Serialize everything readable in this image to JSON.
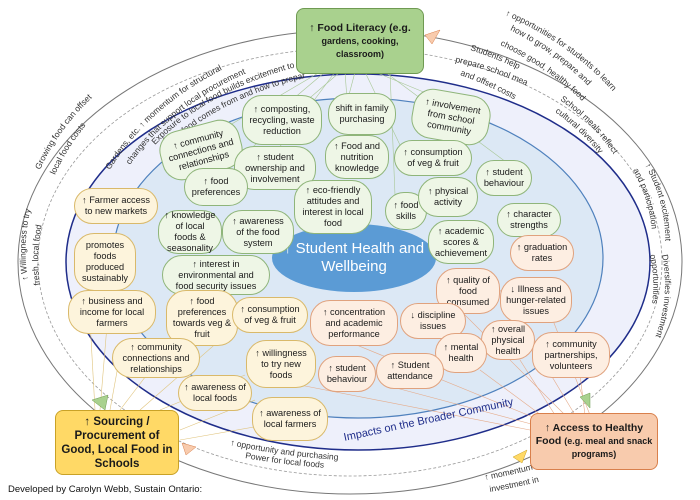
{
  "hubs": {
    "food_literacy": {
      "title": "↑ Food Literacy (e.g.",
      "sub": "gardens, cooking, classroom)"
    },
    "sourcing": {
      "title": "↑ Sourcing / Procurement of Good, Local Food in Schools"
    },
    "access": {
      "title": "↑ Access to Healthy",
      "sub_bold": "Food",
      "sub": "(e.g. meal and snack programs)"
    }
  },
  "center": {
    "label": "↑ Student Health and Wellbeing"
  },
  "ring_label": "Impacts on the Broader Community",
  "arc_labels": {
    "top_left_outer": "Gardens, etc. ↑ momentum for structural",
    "top_left_outer2": "changes that support local procurement",
    "top_left_inner": "Exposure to local food builds excitement to learn",
    "top_left_inner2": "where food comes from and how to prepare it",
    "left_outer": "Growing food can offset",
    "left_outer2": "local food costs",
    "left_inner": "↑ Willingness to try",
    "left_inner2": "fresh, local food",
    "top_right_outer": "↑ opportunities for students to learn",
    "top_right_outer2": "how to grow, prepare and",
    "top_right_outer3": "choose good, healthy food",
    "top_right_inner": "Students help",
    "top_right_inner2": "prepare school meals",
    "top_right_inner3": "and offset costs",
    "right_inner": "School meals reflect",
    "right_inner2": "cultural diversity",
    "right_mid": "↑ Student excitement",
    "right_mid2": "and participation",
    "right_low": "Diversifies investment",
    "right_low2": "opportunities",
    "bottom_inner": "↑ opportunity and  purchasing",
    "bottom_inner2": "Power for local foods",
    "bottom_outer": "↑ momentum for",
    "bottom_outer2": "investment in"
  },
  "green_nodes": [
    "↑ community connections and relationships",
    "↑ composting, recycling, waste reduction",
    "shift in family purchasing",
    "↑ involvement from school community",
    "↑ student ownership and involvement",
    "↑ Food and nutrition knowledge",
    "↑ consumption of veg & fruit",
    "↑ food preferences",
    "↑ eco-friendly attitudes and interest in local food",
    "↑ food skills",
    "↑ physical activity",
    "↑ student behaviour",
    "↑ knowledge of local foods & seasonality",
    "↑ awareness of the food system",
    "↑ character strengths",
    "↑ academic scores & achievement",
    "↑  interest in environmental and food security issues"
  ],
  "yellow_nodes": [
    "↑ Farmer access to new markets",
    "promotes foods produced sustainably",
    "↑ business and income for local farmers",
    "↑ food preferences towards veg & fruit",
    "↑ consumption of veg & fruit",
    "↑ community connections and relationships",
    "↑ willingness to try new foods",
    "↑ awareness of local foods",
    "↑ awareness of local farmers"
  ],
  "orange_nodes": [
    "↑ graduation rates",
    "↑ quality of food consumed",
    "↓ Illness and hunger-related issues",
    "↑ concentration and academic performance",
    "↓ discipline issues",
    "↑ overall physical health",
    "↑ mental health",
    "↑ community partnerships, volunteers",
    "↑ student behaviour",
    "↑ Student attendance"
  ],
  "credit": "Developed by Carolyn Webb, Sustain Ontario:",
  "colors": {
    "green_hub": "#a9d18e",
    "yellow_hub": "#ffd966",
    "orange_hub": "#f8cbad",
    "center": "#5b9bd5",
    "ring": "#1f2d8a"
  }
}
